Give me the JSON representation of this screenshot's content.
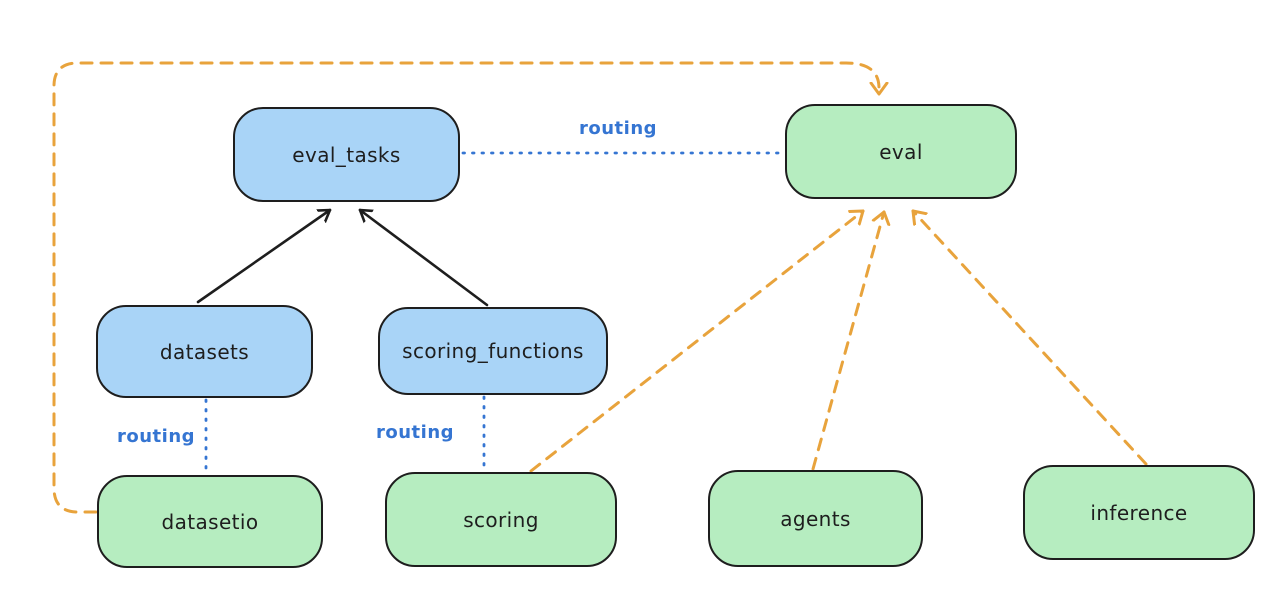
{
  "colors": {
    "blue_fill": "#a9d4f7",
    "green_fill": "#b6edc0",
    "stroke_dark": "#1e1e1e",
    "routing_blue": "#3575d2",
    "orange": "#e8a33c",
    "bg": "#ffffff"
  },
  "nodes": {
    "eval_tasks": {
      "label": "eval_tasks",
      "color": "blue"
    },
    "eval": {
      "label": "eval",
      "color": "green"
    },
    "datasets": {
      "label": "datasets",
      "color": "blue"
    },
    "scoring_functions": {
      "label": "scoring_functions",
      "color": "blue"
    },
    "datasetio": {
      "label": "datasetio",
      "color": "green"
    },
    "scoring": {
      "label": "scoring",
      "color": "green"
    },
    "agents": {
      "label": "agents",
      "color": "green"
    },
    "inference": {
      "label": "inference",
      "color": "green"
    }
  },
  "edges": {
    "connections": [
      {
        "from": "datasets",
        "to": "eval_tasks",
        "style": "solid-black-arrow",
        "label": ""
      },
      {
        "from": "scoring_functions",
        "to": "eval_tasks",
        "style": "solid-black-arrow",
        "label": ""
      },
      {
        "from": "eval_tasks",
        "to": "eval",
        "style": "blue-dotted",
        "label": "routing"
      },
      {
        "from": "datasets",
        "to": "datasetio",
        "style": "blue-dotted",
        "label": "routing"
      },
      {
        "from": "scoring_functions",
        "to": "scoring",
        "style": "blue-dotted",
        "label": "routing"
      },
      {
        "from": "datasetio",
        "to": "eval",
        "style": "orange-dashed-arrow",
        "label": ""
      },
      {
        "from": "scoring",
        "to": "eval",
        "style": "orange-dashed-arrow",
        "label": ""
      },
      {
        "from": "agents",
        "to": "eval",
        "style": "orange-dashed-arrow",
        "label": ""
      },
      {
        "from": "inference",
        "to": "eval",
        "style": "orange-dashed-arrow",
        "label": ""
      }
    ]
  }
}
